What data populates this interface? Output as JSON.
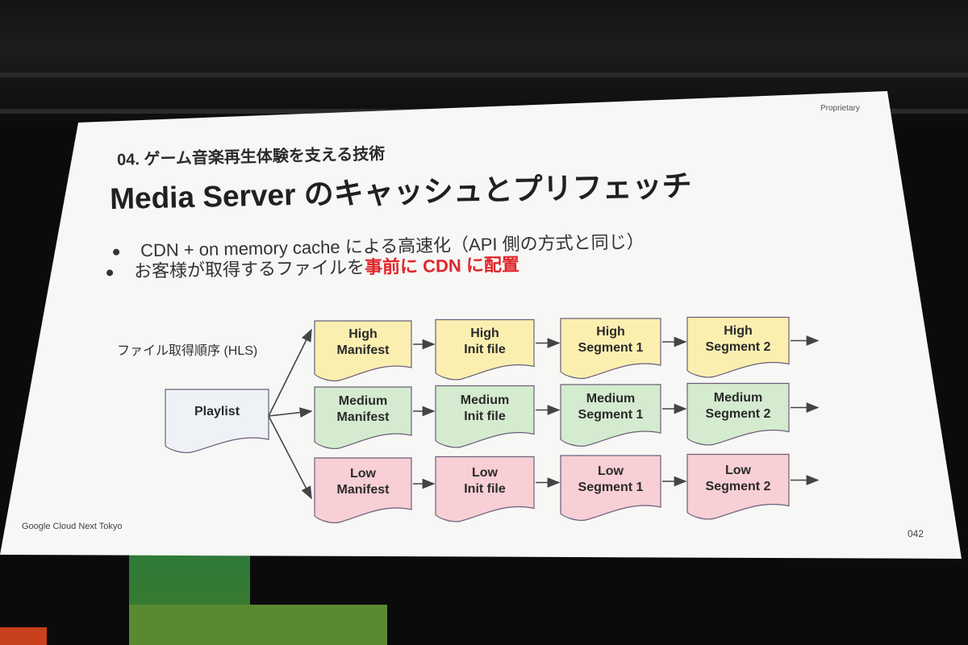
{
  "slide": {
    "proprietary": "Proprietary",
    "section": "04. ゲーム音楽再生体験を支える技術",
    "title": "Media Server のキャッシュとプリフェッチ",
    "bullets": [
      {
        "text": "CDN + on memory cache による高速化（API 側の方式と同じ）",
        "highlight": ""
      },
      {
        "text": "お客様が取得するファイルを",
        "highlight": "事前に CDN に配置"
      }
    ],
    "diagram_label": "ファイル取得順序 (HLS)",
    "footer": "Google Cloud Next Tokyo",
    "page_number": "042"
  },
  "diagram": {
    "root": {
      "line1": "Playlist",
      "color": "#eef2f6"
    },
    "rows": [
      {
        "name": "high",
        "color": "#fbefb0",
        "nodes": [
          {
            "line1": "High",
            "line2": "Manifest"
          },
          {
            "line1": "High",
            "line2": "Init file"
          },
          {
            "line1": "High",
            "line2": "Segment 1"
          },
          {
            "line1": "High",
            "line2": "Segment 2"
          }
        ]
      },
      {
        "name": "medium",
        "color": "#d4ebcf",
        "nodes": [
          {
            "line1": "Medium",
            "line2": "Manifest"
          },
          {
            "line1": "Medium",
            "line2": "Init file"
          },
          {
            "line1": "Medium",
            "line2": "Segment 1"
          },
          {
            "line1": "Medium",
            "line2": "Segment 2"
          }
        ]
      },
      {
        "name": "low",
        "color": "#f7cfd5",
        "nodes": [
          {
            "line1": "Low",
            "line2": "Manifest"
          },
          {
            "line1": "Low",
            "line2": "Init file"
          },
          {
            "line1": "Low",
            "line2": "Segment 1"
          },
          {
            "line1": "Low",
            "line2": "Segment 2"
          }
        ]
      }
    ],
    "highlight_color": "#e0262b"
  }
}
